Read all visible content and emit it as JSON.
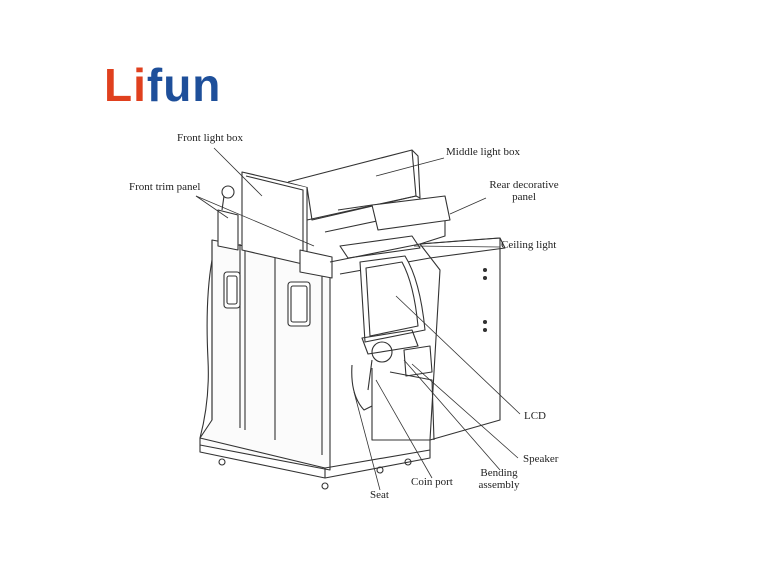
{
  "brand": {
    "logo_part1": "Li",
    "logo_part2": "fun",
    "primary_color": "#e0401e",
    "secondary_color": "#1e4f9a"
  },
  "labels": {
    "front_light_box": "Front light box",
    "middle_light_box": "Middle light box",
    "front_trim_panel": "Front trim panel",
    "rear_decorative_panel_line1": "Rear decorative",
    "rear_decorative_panel_line2": "panel",
    "ceiling_light": "Ceiling light",
    "lcd": "LCD",
    "speaker": "Speaker",
    "bending_assembly_line1": "Bending",
    "bending_assembly_line2": "assembly",
    "coin_port": "Coin port",
    "seat": "Seat"
  }
}
